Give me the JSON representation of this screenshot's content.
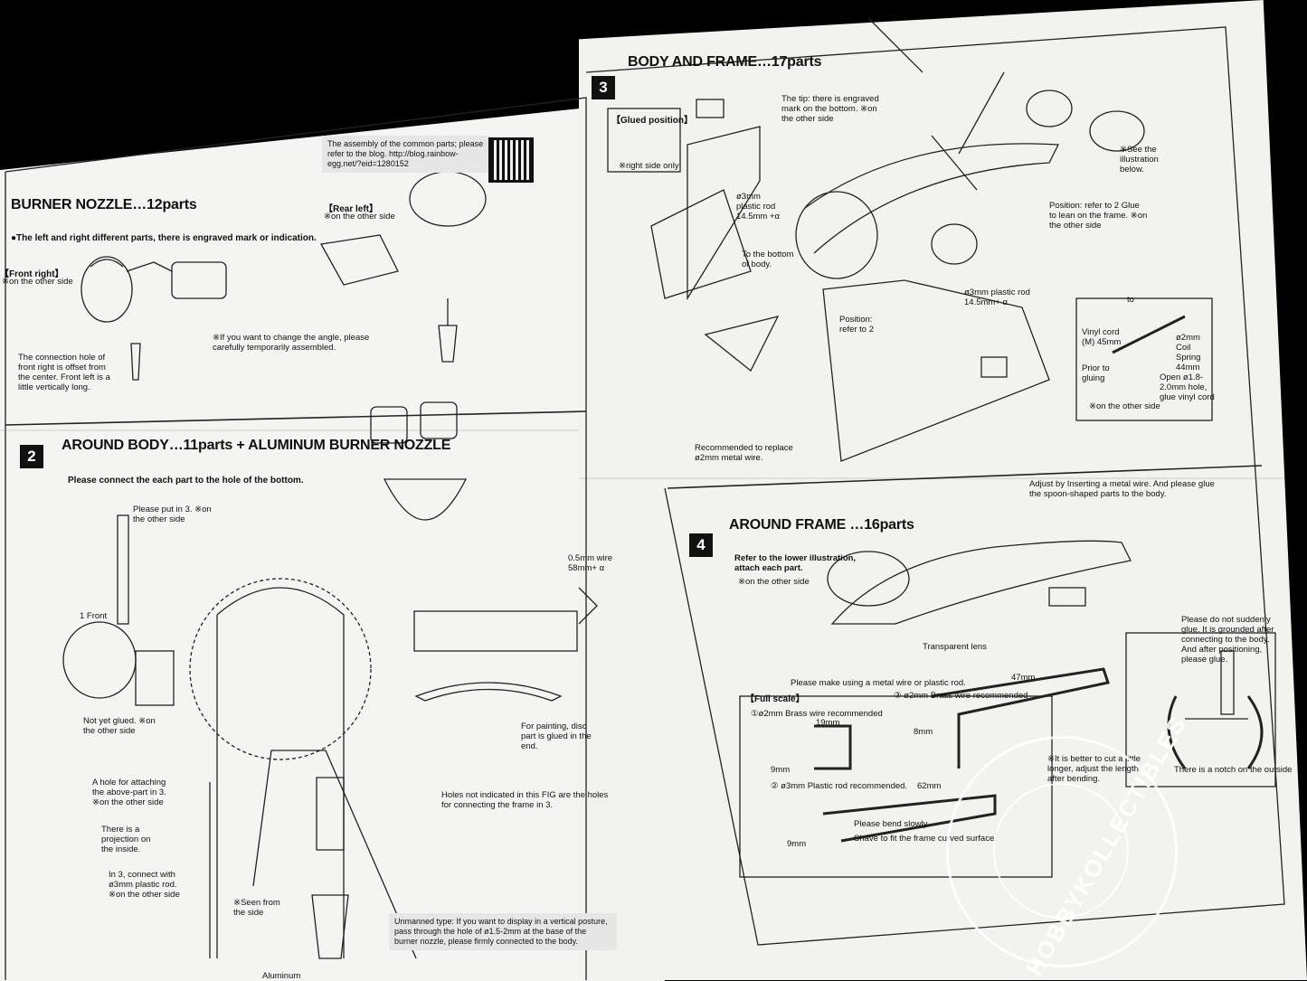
{
  "left": {
    "blog_note": "The assembly of the common parts; please refer to the blog. http://blog.rainbow-egg.net/?eid=1280152",
    "sec1": {
      "title": "BURNER NOZZLE…12parts",
      "subtitle": "●The left and right different parts, there is engraved mark or indication.",
      "front_right": "【Front right】",
      "front_right_note": "※on the other side",
      "rear_left": "【Rear left】",
      "rear_left_note": "※on the other side",
      "connection_note": "The connection hole of front right is offset from the center. Front left is a little vertically long.",
      "angle_note": "※If you want to change the angle, please carefully temporarily assembled."
    },
    "sec2": {
      "number": "2",
      "title": "AROUND BODY…11parts + ALUMINUM BURNER NOZZLE",
      "subtitle": "Please connect the each part to the hole of the bottom.",
      "put_in": "Please put in 3. ※on the other side",
      "front": "1 Front",
      "not_glued": "Not yet glued. ※on the other side",
      "hole_attach": "A hole for attaching the above-part in 3. ※on the other side",
      "projection": "There is a projection on the inside.",
      "connect_with": "In 3, connect with ø3mm plastic rod. ※on the other side",
      "seen_side": "※Seen from the side",
      "aluminum": "Aluminum",
      "wire": "0.5mm wire 58mm+ α",
      "painting": "For painting, disc part is glued in the end.",
      "holes_note": "Holes not indicated in this FIG are the holes for connecting the frame in 3.",
      "unmanned": "Unmanned type: If you want to display in a vertical posture, pass through the hole of ø1.5-2mm at the base of the burner nozzle, please firmly connected to the body."
    }
  },
  "right": {
    "sec3": {
      "number": "3",
      "title": "BODY AND FRAME…17parts",
      "glued_position": "【Glued position】",
      "right_side": "※right side only",
      "tip_note": "The tip: there is engraved mark on the bottom. ※on the other side",
      "plastic_rod": "ø3mm plastic rod 14.5mm +α",
      "bottom_body": "To the bottom of body.",
      "see_illustration": "※See the illustration below.",
      "position_refer": "Position: refer to 2 Glue to lean on the frame. ※on the other side",
      "position_refer2": "Position: refer to 2",
      "plastic_rod2": "ø3mm plastic rod 14.5mm+ α",
      "recommended": "Recommended to replace ø2mm metal wire.",
      "vinyl_cord": "Vinyl cord (M) 45mm",
      "to": "to",
      "coil_spring": "ø2mm Coil Spring 44mm",
      "prior": "Prior to gluing",
      "open_hole": "Open ø1.8-2.0mm hole, glue vinyl cord",
      "other_side": "※on the other side"
    },
    "sec4": {
      "number": "4",
      "title": "AROUND FRAME …16parts",
      "adjust_note": "Adjust by Inserting a metal wire. And please glue the spoon-shaped parts to the body.",
      "refer_lower": "Refer to the lower illustration, attach each part.",
      "other_side": "※on the other side",
      "transparent_lens": "Transparent lens",
      "suddenly": "Please do not suddenly glue. It is grounded after connecting to the body. And after positioning, please glue.",
      "full_scale": "【Full scale】",
      "make_using": "Please make using a metal wire or plastic rod.",
      "brass1": "①ø2mm Brass wire recommended",
      "brass3": "③ ø2mm Brass wire recommended",
      "plastic2": "② ø3mm Plastic rod recommended.",
      "m19": "19mm",
      "m47": "47mm",
      "m62": "62mm",
      "m8": "8mm",
      "m9a": "9mm",
      "m9b": "9mm",
      "cut_note": "※It is better to cut a little longer, adjust the length after bending.",
      "bend_slowly": "Please bend slowly.",
      "shave": "Shave to fit the frame curved surface.",
      "notch": "There is a notch on the outside"
    }
  },
  "watermark": {
    "text": "HOBBYKOLLECTIBLES"
  }
}
